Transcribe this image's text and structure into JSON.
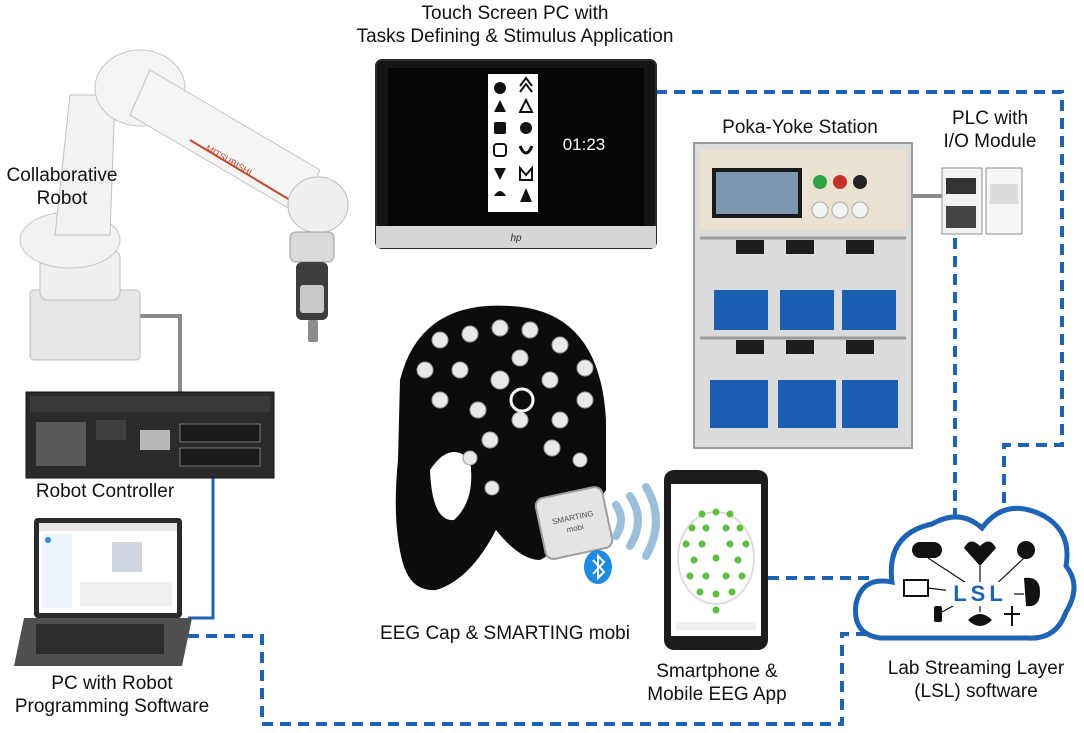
{
  "labels": {
    "touch_pc": [
      "Touch Screen PC with",
      "Tasks Defining & Stimulus Application"
    ],
    "collab_robot": [
      "Collaborative",
      "Robot"
    ],
    "poka_yoke": "Poka-Yoke Station",
    "plc": [
      "PLC with",
      "I/O Module"
    ],
    "robot_controller": "Robot Controller",
    "eeg_cap": "EEG Cap & SMARTING mobi",
    "pc_robot": [
      "PC with Robot",
      "Programming Software"
    ],
    "smartphone": [
      "Smartphone &",
      "Mobile EEG App"
    ],
    "lsl": [
      "Lab Streaming Layer",
      "(LSL) software"
    ]
  },
  "screen": {
    "timer": "01:23",
    "brand": "hp"
  },
  "device": {
    "name_line1": "SMARTING",
    "name_line2": "mobi"
  },
  "cloud": {
    "text": "LSL"
  },
  "robot": {
    "brand": "MITSUBISHI"
  },
  "colors": {
    "dashed_link": "#1f63b5",
    "solid_link": "#1f63b5",
    "gray_link": "#8a8a8a",
    "cloud_outline": "#1f63b5",
    "cap": "#0c0c0c",
    "bluetooth": "#1e8ae0",
    "wifi": "#9bbfd9",
    "bins": "#1b5fb4"
  }
}
